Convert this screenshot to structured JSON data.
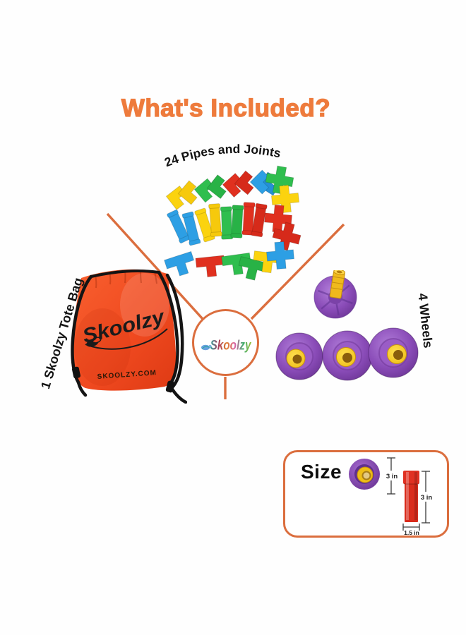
{
  "title": "What's Included?",
  "hub": {
    "logo": "Skoolzy"
  },
  "labels": {
    "pipes": "24 Pipes and Joints",
    "bag": "1 Skoolzy Tote Bag",
    "wheels": "4 Wheels"
  },
  "bag": {
    "logo_script": "Skoolzy",
    "website": "SKOOLZY.COM"
  },
  "size_box": {
    "heading": "Size",
    "wheel_height": "3 in",
    "pipe_height": "3 in",
    "pipe_width": "1.5 in"
  },
  "colors": {
    "accent_orange": "#EE7B3C",
    "line_orange": "#DB6E3E",
    "bag_orange": "#F3502A",
    "pipe_red": "#E0301F",
    "pipe_green": "#2FBE4E",
    "pipe_yellow": "#FBD30F",
    "pipe_blue": "#2D9FE4",
    "wheel_purple": "#8A4CB8",
    "hub_yellow": "#EFBE17"
  }
}
